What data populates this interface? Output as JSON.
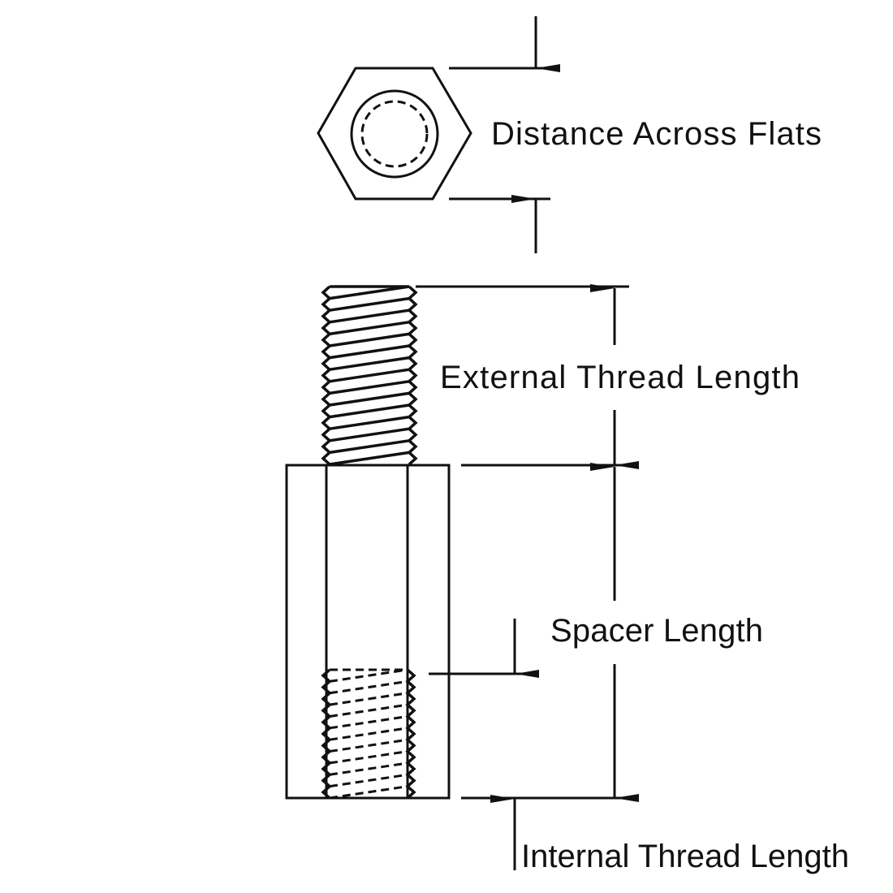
{
  "labels": {
    "flats": "Distance Across Flats",
    "external": "External Thread Length",
    "spacer": "Spacer Length",
    "internal": "Internal Thread Length"
  },
  "colors": {
    "line": "#111111",
    "background": "#ffffff"
  }
}
